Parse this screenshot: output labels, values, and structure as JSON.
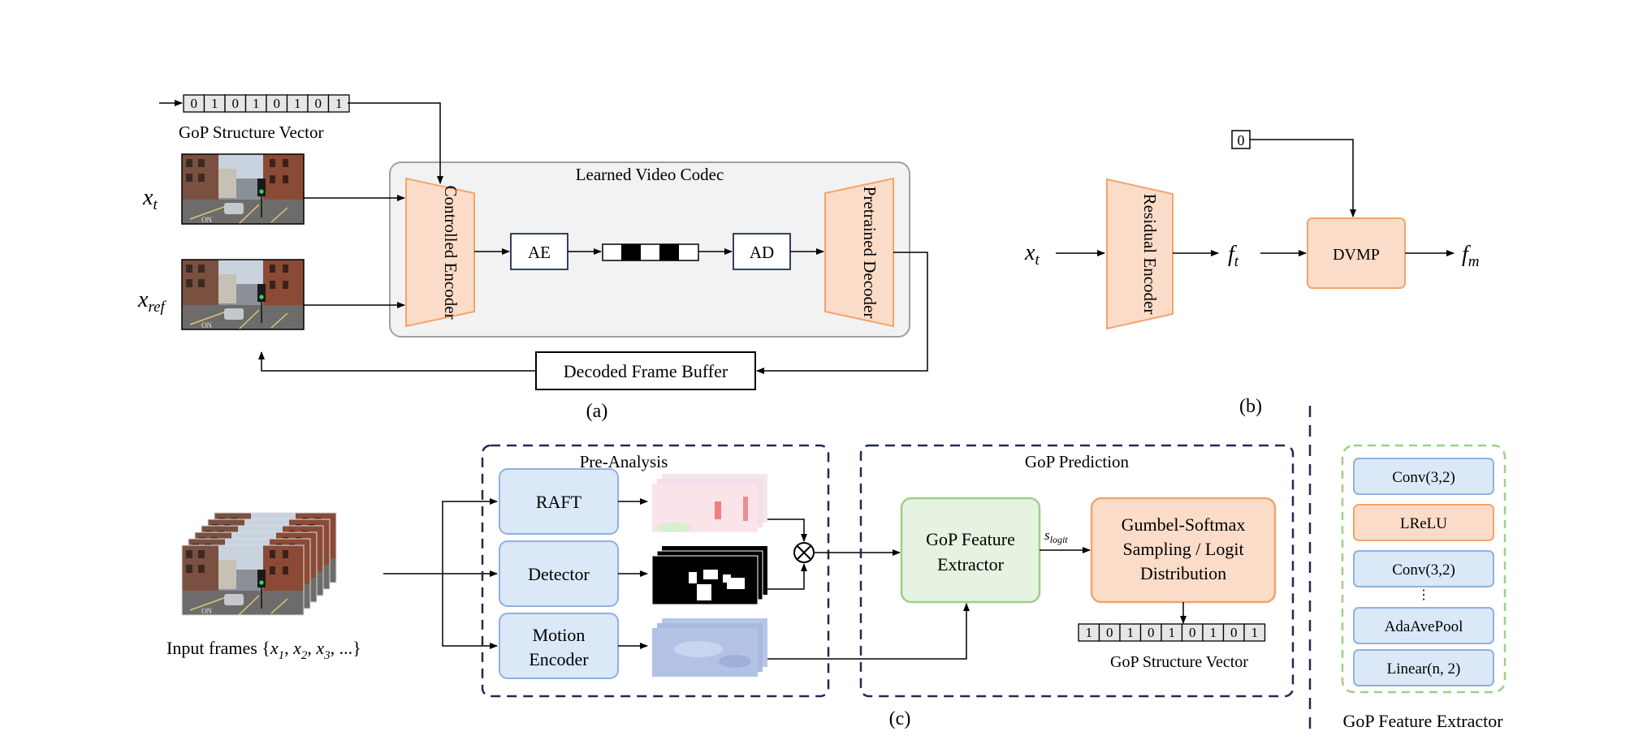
{
  "panel_a": {
    "caption": "(a)",
    "gop_label": "GoP Structure Vector",
    "gop_bits": [
      "0",
      "1",
      "0",
      "1",
      "0",
      "1",
      "0",
      "1"
    ],
    "codec_title": "Learned Video Codec",
    "controlled_encoder": "Controlled Encoder",
    "pretrained_decoder": "Pretrained Decoder",
    "ae": "AE",
    "ad": "AD",
    "buffer": "Decoded Frame Buffer",
    "x_t": "x",
    "x_t_sub": "t",
    "x_ref": "x",
    "x_ref_sub": "ref"
  },
  "panel_b": {
    "caption": "(b)",
    "bit": "0",
    "residual_encoder": "Residual Encoder",
    "dvmp": "DVMP",
    "x_t": "x",
    "x_t_sub": "t",
    "f_t": "f",
    "f_t_sub": "t",
    "f_m": "f",
    "f_m_sub": "m"
  },
  "panel_c": {
    "caption": "(c)",
    "input_label_prefix": "Input frames {",
    "input_label_vars": "x",
    "input_label_subs": [
      "1",
      "2",
      "3"
    ],
    "input_label_suffix": "...",
    "pre_analysis": "Pre-Analysis",
    "raft": "RAFT",
    "detector": "Detector",
    "motion_encoder_1": "Motion",
    "motion_encoder_2": "Encoder",
    "gop_prediction": "GoP Prediction",
    "feature_extractor_1": "GoP Feature",
    "feature_extractor_2": "Extractor",
    "s_logit": "s",
    "s_logit_sub": "logit",
    "gumbel_1": "Gumbel-Softmax",
    "gumbel_2": "Sampling / Logit",
    "gumbel_3": "Distribution",
    "gop_bits": [
      "1",
      "0",
      "1",
      "0",
      "1",
      "0",
      "1",
      "0",
      "1"
    ],
    "gop_label": "GoP Structure Vector"
  },
  "extractor_panel": {
    "title": "GoP Feature Extractor",
    "layers": [
      "Conv(3,2)",
      "LReLU",
      "Conv(3,2)",
      "AdaAvePool",
      "Linear(n, 2)"
    ],
    "ellipsis": "⋮"
  },
  "colors": {
    "orange_fill": "#fbdcc8",
    "orange_stroke": "#f2a46c",
    "blue_fill": "#dae8f7",
    "blue_stroke": "#8db2de",
    "green_fill": "#e5f3e0",
    "green_stroke": "#9ecf8a",
    "gray_fill": "#f2f2f2",
    "dash_navy": "#1f2d4d"
  }
}
